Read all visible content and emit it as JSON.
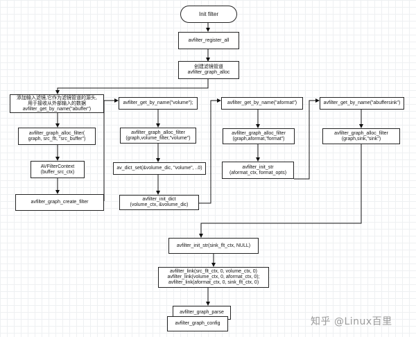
{
  "diagram": {
    "nodes": {
      "init_filter": "Init filter",
      "register_all": "avfilter_register_all",
      "graph_alloc": [
        "创建滤镜管道",
        "avfilter_graph_alloc"
      ],
      "abuffer_get": [
        "添加输入滤镜,它作为滤镜管道的源头,",
        "用于接收从外部输入的数据",
        "avfilter_get_by_name(\"abuffer\")"
      ],
      "abuffer_alloc": [
        "avfilter_graph_alloc_filter(",
        "graph, src_flt, \"src_buffer\")"
      ],
      "abuffer_ctx": [
        "AVFilterContext",
        "(buffer_src_ctx)"
      ],
      "create_filter": "avfilter_graph_create_filter",
      "volume_get": "avfilter_get_by_name(\"volume\");",
      "volume_alloc": [
        "avfilter_graph_alloc_filter",
        "(graph,volume_filter,\"volume\")"
      ],
      "volume_dict": "av_dict_set(&volume_dic, \"volume\", ..0)",
      "volume_init": [
        "avfilter_init_dict",
        "(volume_ctx, &volume_dic)"
      ],
      "aformat_get": "avfilter_get_by_name(\"aformat\")",
      "aformat_alloc": [
        "avfilter_graph_alloc_filter",
        "(graph,aformat,\"format\")"
      ],
      "aformat_init": [
        "avfilter_init_str",
        "(aformat_ctx, format_opts)"
      ],
      "sink_get": "avfilter_get_by_name(\"abuffersink\")",
      "sink_alloc": [
        "avfilter_graph_alloc_filter",
        "(graph,sink,\"sink\")"
      ],
      "sink_init": "avfilter_init_str(sink_flt_ctx, NULL)",
      "link": [
        "avfilter_link(src_flt_ctx, 0, volume_ctx, 0)",
        "avfilter_link(volume_ctx, 0, aformat_ctx, 0);",
        "avfilter_link(aformat_ctx, 0, sink_flt_ctx, 0)"
      ],
      "parse": "avfilter_graph_parse",
      "config": "avfilter_graph_config"
    },
    "watermark": "知乎 @Linux百里"
  }
}
